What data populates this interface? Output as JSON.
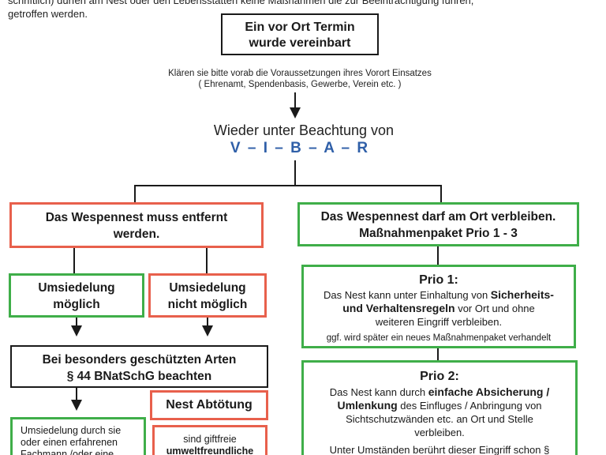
{
  "intro": {
    "line1": "schriftlich) dürfen am Nest oder den Lebensstätten keine Maßnahmen die zur Beeinträchtigung führen,",
    "line2": "getroffen werden."
  },
  "top_box": {
    "line1": "Ein vor Ort Termin",
    "line2": "wurde vereinbart"
  },
  "note": {
    "line1": "Klären sie bitte vorab die Voraussetzungen ihres Vorort Einsatzes",
    "line2": "( Ehrenamt, Spendenbasis, Gewerbe, Verein etc. )"
  },
  "heading": "Wieder unter Beachtung von",
  "vibar": "V – I – B – A – R",
  "left_main": {
    "line1": "Das Wespennest muss entfernt",
    "line2": "werden."
  },
  "right_main": {
    "line1": "Das Wespennest darf am Ort verbleiben.",
    "line2": "Maßnahmenpaket Prio 1 - 3"
  },
  "umsiedelung_moeglich": {
    "line1": "Umsiedelung",
    "line2": "möglich"
  },
  "umsiedelung_nicht": {
    "line1": "Umsiedelung",
    "line2": "nicht möglich"
  },
  "geschuetzt": {
    "line1": "Bei besonders geschützten Arten",
    "line2": "§ 44 BNatSchG beachten"
  },
  "nest_abtoetung": "Nest Abtötung",
  "umsiedelung_text": {
    "line1": "Umsiedelung durch sie",
    "line2": "oder einen erfahrenen",
    "line3": "Fachmann /oder eine"
  },
  "giftfreie": {
    "line1": "sind giftfreie",
    "line2": "umweltfreundliche"
  },
  "prio1": {
    "title": "Prio 1:",
    "t1": "Das Nest kann unter Einhaltung von ",
    "b1": "Sicherheits-",
    "b2": "und Verhaltensregeln",
    "t2": " vor Ort und ohne",
    "t3": "weiteren Eingriff verbleiben.",
    "note": "ggf. wird später ein neues Maßnahmenpaket verhandelt"
  },
  "prio2": {
    "title": "Prio 2:",
    "t1": "Das Nest kann durch ",
    "b1": "einfache Absicherung /",
    "b2": "Umlenkung",
    "t2": " des Einfluges / Anbringung von",
    "t3": "Sichtschutzwänden etc. an Ort und Stelle",
    "t4": "verbleiben.",
    "t5": "Unter Umständen berührt dieser Eingriff schon §"
  },
  "colors": {
    "red": "#e8604c",
    "green": "#3fae49",
    "blue": "#2f5fa8"
  }
}
